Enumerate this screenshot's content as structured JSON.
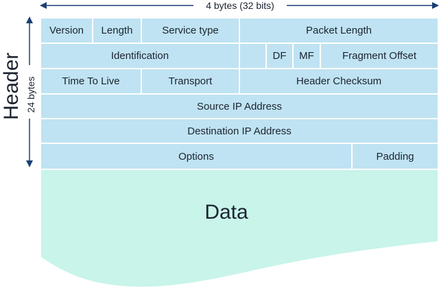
{
  "width_label": "4 bytes (32 bits)",
  "header_label": "Header",
  "header_size_label": "24 bytes",
  "data_label": "Data",
  "fields": {
    "version": "Version",
    "length": "Length",
    "service_type": "Service type",
    "packet_length": "Packet Length",
    "identification": "Identification",
    "df": "DF",
    "mf": "MF",
    "fragment_offset": "Fragment Offset",
    "ttl": "Time To Live",
    "transport": "Transport",
    "header_checksum": "Header Checksum",
    "source_ip": "Source IP Address",
    "destination_ip": "Destination IP Address",
    "options": "Options",
    "padding": "Padding"
  },
  "colors": {
    "header_fill": "#bfe3f2",
    "data_fill": "#c8f4ea",
    "arrow": "#1a3f73"
  }
}
